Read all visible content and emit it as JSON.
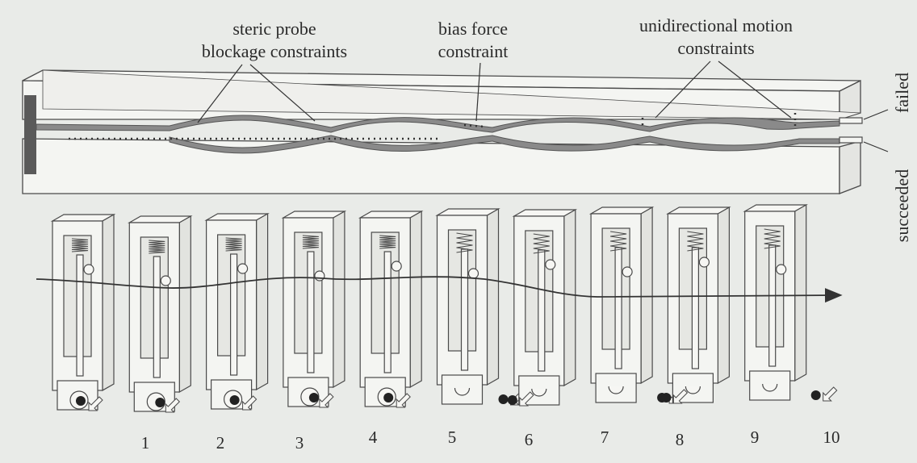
{
  "labels": {
    "steric_line1": "steric probe",
    "steric_line2": "blockage constraints",
    "bias_line1": "bias force",
    "bias_line2": "constraint",
    "uni_line1": "unidirectional motion",
    "uni_line2": "constraints",
    "failed": "failed",
    "succeeded": "succeeded"
  },
  "steps": [
    "1",
    "2",
    "3",
    "4",
    "5",
    "6",
    "7",
    "8",
    "9",
    "10"
  ],
  "colors": {
    "background": "#e9ebe8",
    "line": "#4a4a4a",
    "strip": "#8a8a8a",
    "dark_block": "#5a5a5a"
  }
}
